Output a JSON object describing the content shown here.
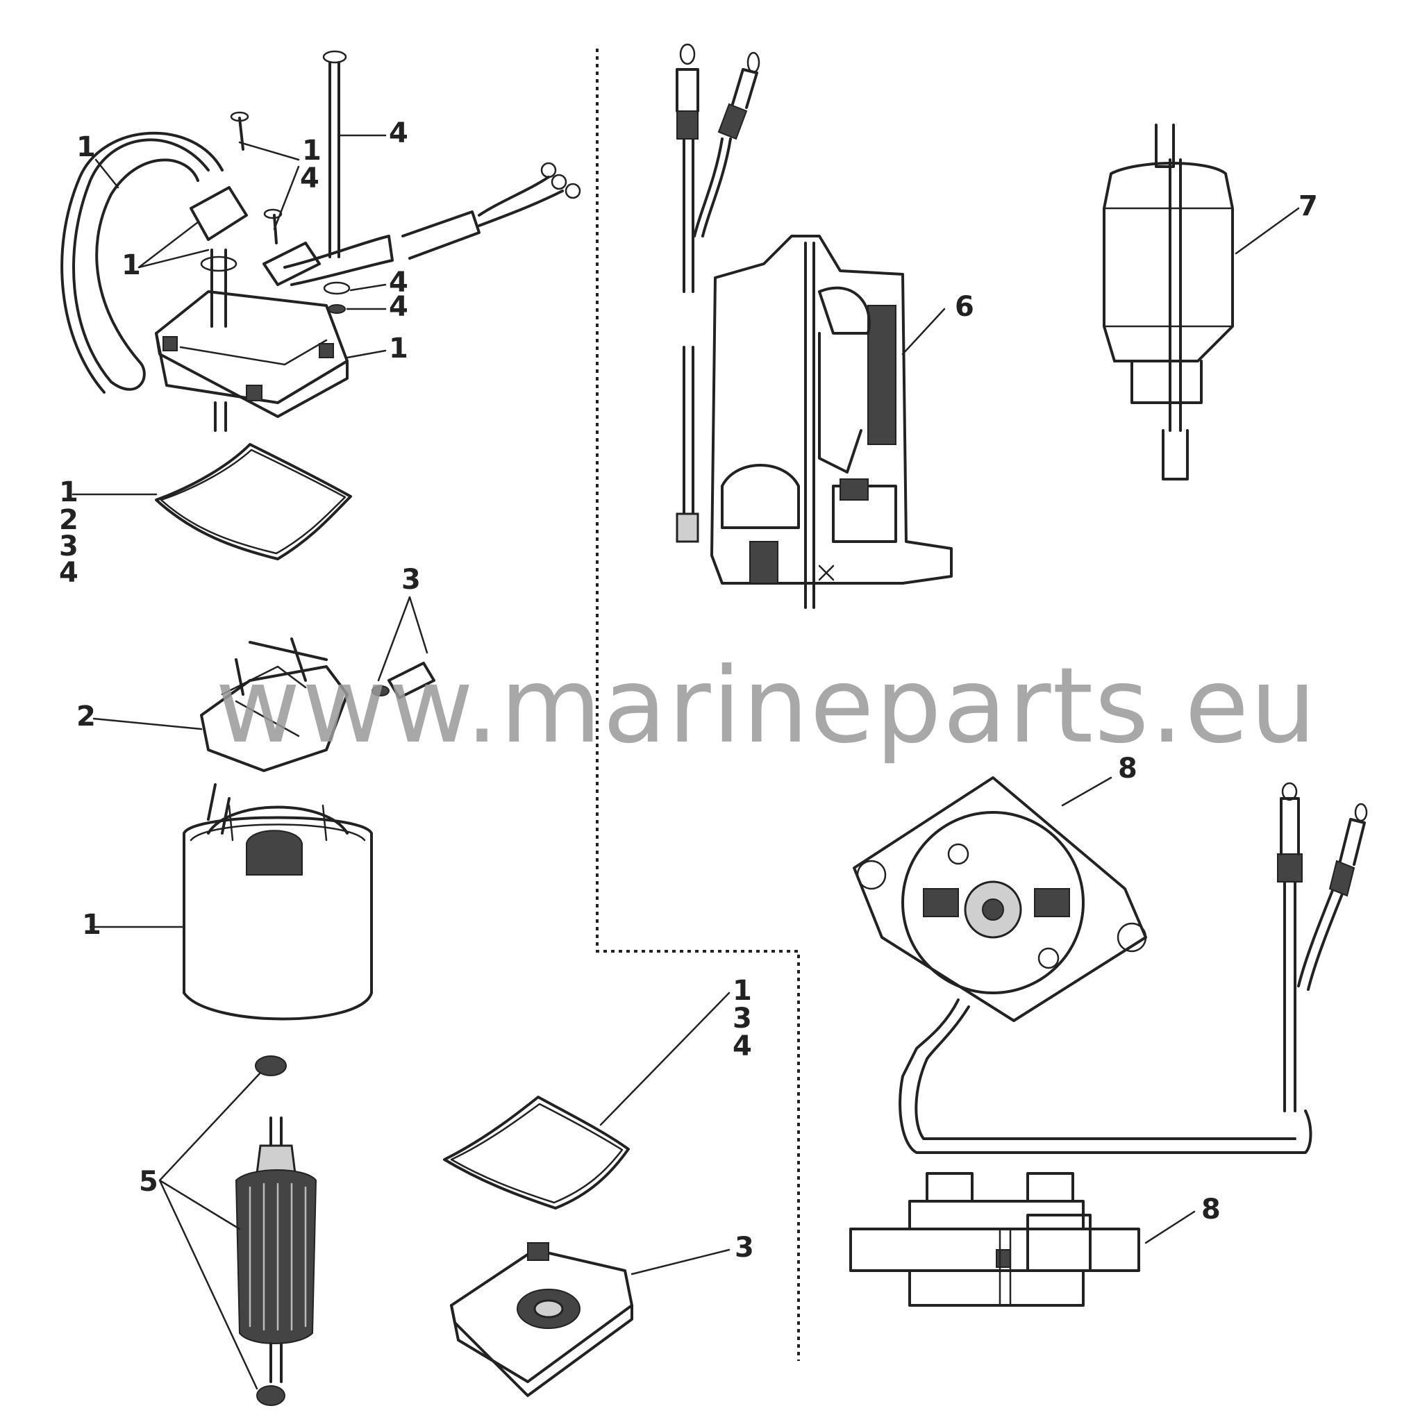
{
  "watermark": "www.marineparts.eu",
  "labels": {
    "cap_hose": "1",
    "cap_screws": "1",
    "cap_screws_4": "4",
    "cap_grommets": "1",
    "thru_bolt": "4",
    "washer_a": "4",
    "washer_b": "4",
    "end_cap": "1",
    "top_seal": [
      "1",
      "2",
      "3",
      "4"
    ],
    "brush_lead_pair": "3",
    "brush_plate": "2",
    "frame": "1",
    "bearings": "5",
    "lower_seal": [
      "1",
      "3",
      "4"
    ],
    "lower_end_cap": "3",
    "motor_assembly": "6",
    "reservoir": "7",
    "brush_plate_assy_top": "8",
    "brush_plate_assy_side": "8"
  }
}
